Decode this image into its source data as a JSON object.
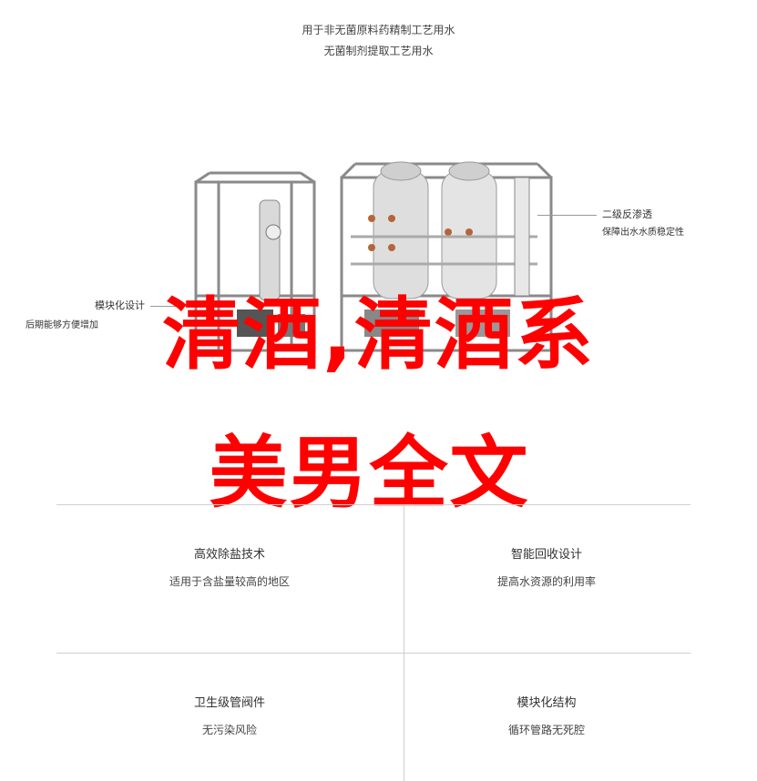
{
  "header": {
    "line1": "用于非无菌原料药精制工艺用水",
    "line2": "无菌制剂提取工艺用水"
  },
  "annotations": {
    "right_title": "二级反渗透",
    "right_desc": "保障出水水质稳定性",
    "left_title": "模块化设计",
    "left_desc": "后期能够方便增加"
  },
  "overlay": {
    "line1": "清酒,清酒系",
    "line2": "美男全文",
    "color": "#ff0000"
  },
  "features": [
    {
      "title": "高效除盐技术",
      "desc": "适用于含盐量较高的地区"
    },
    {
      "title": "智能回收设计",
      "desc": "提高水资源的利用率"
    },
    {
      "title": "卫生级管阀件",
      "desc": "无污染风险"
    },
    {
      "title": "模块化结构",
      "desc": "循环管路无死腔"
    }
  ]
}
